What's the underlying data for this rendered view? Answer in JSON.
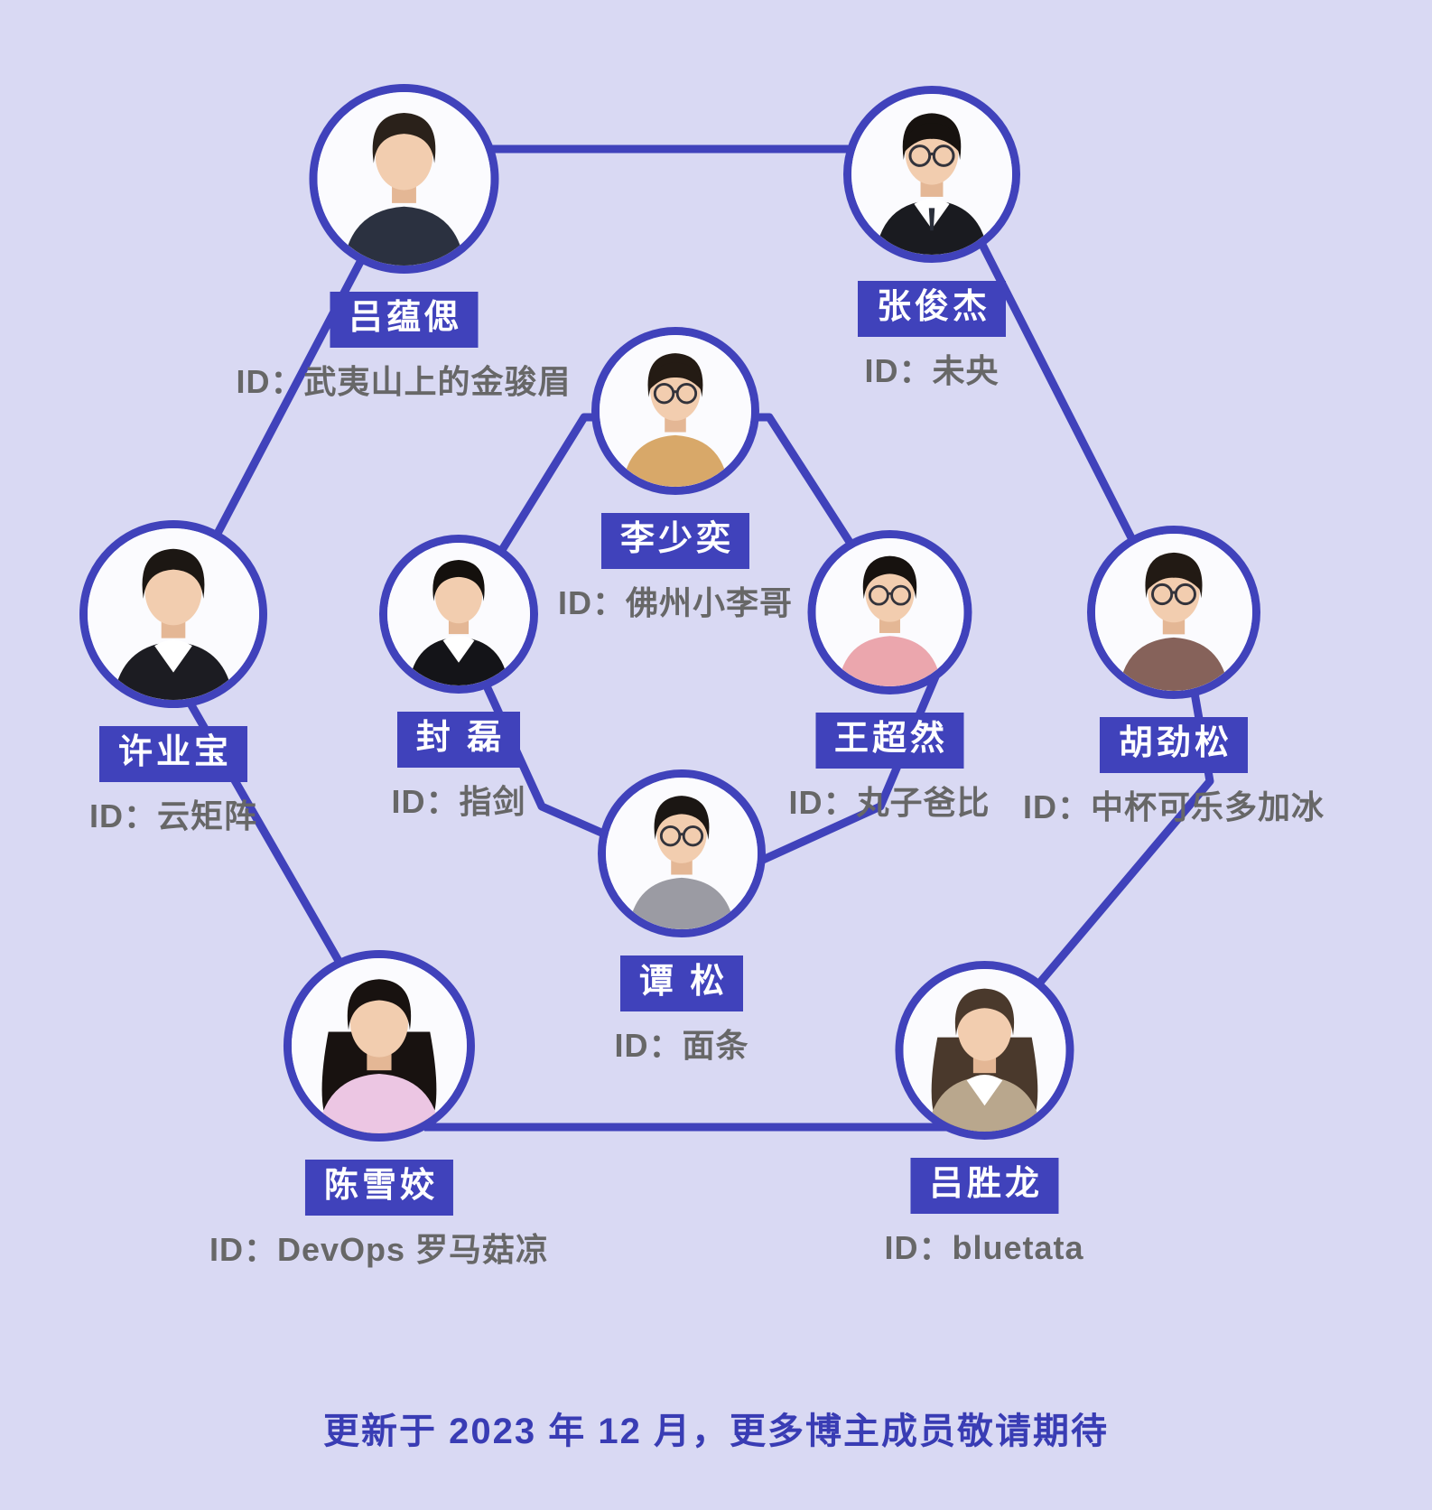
{
  "page": {
    "background_color": "#d9d9f3",
    "accent_color": "#4042bb",
    "id_text_color": "#676767"
  },
  "labels": {
    "id_prefix": "ID："
  },
  "members": [
    {
      "name": "吕蕴偲",
      "id": "武夷山上的金骏眉",
      "avatar": {
        "hair": "short",
        "hair_color": "#2a211a",
        "glasses": false,
        "outfit": "casual",
        "shirt_color": "#2b3140",
        "tie": false
      }
    },
    {
      "name": "张俊杰",
      "id": "未央",
      "avatar": {
        "hair": "fringe",
        "hair_color": "#17120f",
        "glasses": true,
        "outfit": "suit",
        "shirt_color": "#1a1b20",
        "tie": true
      }
    },
    {
      "name": "李少奕",
      "id": "佛州小李哥",
      "avatar": {
        "hair": "fringe",
        "hair_color": "#241b14",
        "glasses": true,
        "outfit": "casual",
        "shirt_color": "#d8a869",
        "tie": false
      }
    },
    {
      "name": "许业宝",
      "id": "云矩阵",
      "avatar": {
        "hair": "short",
        "hair_color": "#1c1713",
        "glasses": false,
        "outfit": "suit",
        "shirt_color": "#1c1c22",
        "tie": false
      }
    },
    {
      "name": "封 磊",
      "id": "指剑",
      "avatar": {
        "hair": "short",
        "hair_color": "#14100d",
        "glasses": false,
        "outfit": "suit",
        "shirt_color": "#141418",
        "tie": false
      }
    },
    {
      "name": "王超然",
      "id": "丸子爸比",
      "avatar": {
        "hair": "short",
        "hair_color": "#17120f",
        "glasses": true,
        "outfit": "casual",
        "shirt_color": "#eba6ad",
        "tie": false
      }
    },
    {
      "name": "胡劲松",
      "id": "中杯可乐多加冰",
      "avatar": {
        "hair": "fringe",
        "hair_color": "#221a14",
        "glasses": true,
        "outfit": "casual",
        "shirt_color": "#86625a",
        "tie": false
      }
    },
    {
      "name": "谭 松",
      "id": "面条",
      "avatar": {
        "hair": "short",
        "hair_color": "#1b1613",
        "glasses": true,
        "outfit": "casual",
        "shirt_color": "#9b9ba3",
        "tie": false
      }
    },
    {
      "name": "陈雪姣",
      "id": "DevOps 罗马菇凉",
      "avatar": {
        "hair": "long",
        "hair_color": "#181210",
        "glasses": false,
        "outfit": "casual",
        "shirt_color": "#ecc6e3",
        "tie": false
      }
    },
    {
      "name": "吕胜龙",
      "id": "bluetata",
      "avatar": {
        "hair": "long",
        "hair_color": "#4a392c",
        "glasses": false,
        "outfit": "suit",
        "shirt_color": "#b9a78d",
        "tie": false
      }
    }
  ],
  "footer": {
    "text": "更新于 2023 年 12 月，更多博主成员敬请期待"
  }
}
